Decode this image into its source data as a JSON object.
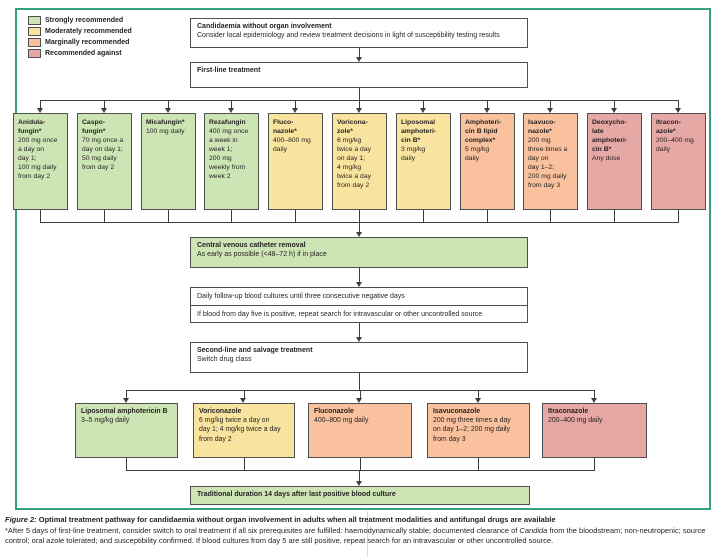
{
  "colors": {
    "strong": "#cde4b5",
    "moderate": "#f8e49e",
    "marginal": "#f9c19d",
    "against": "#e6a8a5",
    "frame": "#34a081",
    "box_border": "#4f4f4f",
    "connector": "#3d3d3d"
  },
  "legend": [
    {
      "label": "Strongly recommended",
      "level": "strong"
    },
    {
      "label": "Moderately recommended",
      "level": "moderate"
    },
    {
      "label": "Marginally recommended",
      "level": "marginal"
    },
    {
      "label": "Recommended against",
      "level": "against"
    }
  ],
  "flow": {
    "start_box": {
      "title": "Candidaemia without organ involvement",
      "subtitle": "Consider local epidemiology and review treatment decisions in light of susceptibility testing results"
    },
    "first_line_label": "First-line treatment",
    "first_line_drugs": [
      {
        "name": "Anidula-\nfungin*",
        "dose": "200 mg once\na day on\nday 1;\n100 mg daily\nfrom day 2",
        "level": "strong"
      },
      {
        "name": "Caspo-\nfungin*",
        "dose": "70 mg once a\nday on day 1;\n50 mg daily\nfrom day 2",
        "level": "strong"
      },
      {
        "name": "Micafungin*",
        "dose": "100 mg daily",
        "level": "strong"
      },
      {
        "name": "Rezafungin",
        "dose": "400 mg once\na week in\nweek 1;\n200 mg\nweekly from\nweek 2",
        "level": "strong"
      },
      {
        "name": "Fluco-\nnazole*",
        "dose": "400–800 mg\ndaily",
        "level": "moderate"
      },
      {
        "name": "Voricona-\nzole*",
        "dose": "6 mg/kg\ntwice a day\non day 1;\n4 mg/kg\ntwice a day\nfrom day 2",
        "level": "moderate"
      },
      {
        "name": "Liposomal\namphoteri-\ncin B*",
        "dose": "3 mg/kg\ndaily",
        "level": "moderate"
      },
      {
        "name": "Amphoteri-\ncin B lipid\ncomplex*",
        "dose": "5 mg/kg\ndaily",
        "level": "marginal"
      },
      {
        "name": "Isavuco-\nnazole*",
        "dose": "200 mg\nthree times a\nday on\nday 1–2;\n200 mg daily\nfrom day 3",
        "level": "marginal"
      },
      {
        "name": "Deoxycho-\nlate\namphoteri-\ncin B*",
        "dose": "Any dose",
        "level": "against"
      },
      {
        "name": "Itracon-\nazole*",
        "dose": "200–400 mg\ndaily",
        "level": "against"
      }
    ],
    "catheter_box": {
      "title": "Central venous catheter removal",
      "subtitle": "As early as possible (<48–72 h) if in place"
    },
    "followup_rows": [
      "Daily follow-up blood cultures until three consecutive negative days",
      "If blood from day five is positive, repeat search for intravascular or other uncontrolled source"
    ],
    "second_line_box": {
      "title": "Second-line and salvage treatment",
      "subtitle": "Switch drug class"
    },
    "second_line_drugs": [
      {
        "name": "Liposomal amphotericin B",
        "dose": "3–5 mg/kg daily",
        "level": "strong"
      },
      {
        "name": "Voriconazole",
        "dose": "6 mg/kg twice a day on\nday 1; 4 mg/kg twice a day\nfrom day 2",
        "level": "moderate"
      },
      {
        "name": "Fluconazole",
        "dose": "400–800 mg daily",
        "level": "marginal"
      },
      {
        "name": "Isavuconazole",
        "dose": "200 mg three times a day\non day 1–2; 200 mg daily\nfrom day 3",
        "level": "marginal"
      },
      {
        "name": "Itraconazole",
        "dose": "200–400 mg daily",
        "level": "against"
      }
    ],
    "duration_box": "Traditional duration 14 days after last positive blood culture"
  },
  "caption": {
    "figure_label": "Figure 2:",
    "title": "Optimal treatment pathway for candidaemia without organ involvement in adults when all treatment modalities and antifungal drugs are available",
    "footnote_pre": "*After 5 days of first-line treatment, consider switch to oral treatment if all six prerequisites are fulfilled: haemodynamically stable; documented clearance of ",
    "footnote_candida": "Candida",
    "footnote_post": " from the bloodstream; non-neutropenic; source control; oral azole tolerated; and susceptibility confirmed. If blood cultures from day 5 are still positive, repeat search for an intravascular or other uncontrolled source."
  }
}
